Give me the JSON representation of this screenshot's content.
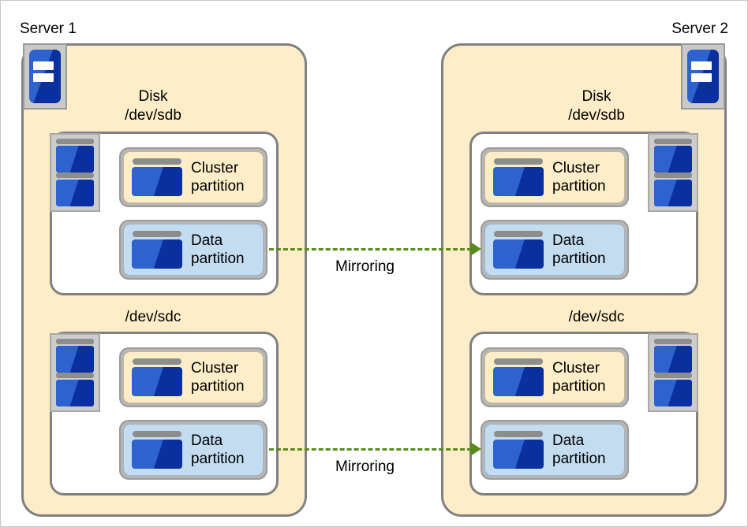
{
  "diagram": {
    "title_left": "Server 1",
    "title_right": "Server 2"
  },
  "servers": [
    {
      "id": "server1",
      "label": "Server 1",
      "icon": "server-icon",
      "disks": [
        {
          "id": "sdb",
          "label": "Disk\n/dev/sdb",
          "icon": "disk-icon",
          "partitions": [
            {
              "id": "cluster",
              "label": "Cluster\npartition",
              "icon": "partition-icon",
              "color": "#fdeec9"
            },
            {
              "id": "data",
              "label": "Data\npartition",
              "icon": "partition-icon",
              "color": "#c3dcef"
            }
          ]
        },
        {
          "id": "sdc",
          "label": "/dev/sdc",
          "icon": "disk-icon",
          "partitions": [
            {
              "id": "cluster",
              "label": "Cluster\npartition",
              "icon": "partition-icon",
              "color": "#fdeec9"
            },
            {
              "id": "data",
              "label": "Data\npartition",
              "icon": "partition-icon",
              "color": "#c3dcef"
            }
          ]
        }
      ]
    },
    {
      "id": "server2",
      "label": "Server 2",
      "icon": "server-icon",
      "disks": [
        {
          "id": "sdb",
          "label": "Disk\n/dev/sdb",
          "icon": "disk-icon",
          "partitions": [
            {
              "id": "cluster",
              "label": "Cluster\npartition",
              "icon": "partition-icon",
              "color": "#fdeec9"
            },
            {
              "id": "data",
              "label": "Data\npartition",
              "icon": "partition-icon",
              "color": "#c3dcef"
            }
          ]
        },
        {
          "id": "sdc",
          "label": "/dev/sdc",
          "icon": "disk-icon",
          "partitions": [
            {
              "id": "cluster",
              "label": "Cluster\npartition",
              "icon": "partition-icon",
              "color": "#fdeec9"
            },
            {
              "id": "data",
              "label": "Data\npartition",
              "icon": "partition-icon",
              "color": "#c3dcef"
            }
          ]
        }
      ]
    }
  ],
  "connections": [
    {
      "id": "mirror-sdb",
      "label": "Mirroring",
      "color": "#5a8a1e",
      "style": "dashed-arrow",
      "direction": "left-to-right"
    },
    {
      "id": "mirror-sdc",
      "label": "Mirroring",
      "color": "#5a8a1e",
      "style": "dashed-arrow",
      "direction": "left-to-right"
    }
  ],
  "colors": {
    "server_fill": "#fdeec9",
    "disk_fill": "#ffffff",
    "data_partition_fill": "#c3dcef",
    "cluster_partition_fill": "#fdeec9",
    "outline": "#808080",
    "arrow": "#5a8a1e",
    "icon_blue_light": "#2d62cf",
    "icon_blue_dark": "#0a2f9e",
    "icon_gray": "#8d8d8d"
  }
}
